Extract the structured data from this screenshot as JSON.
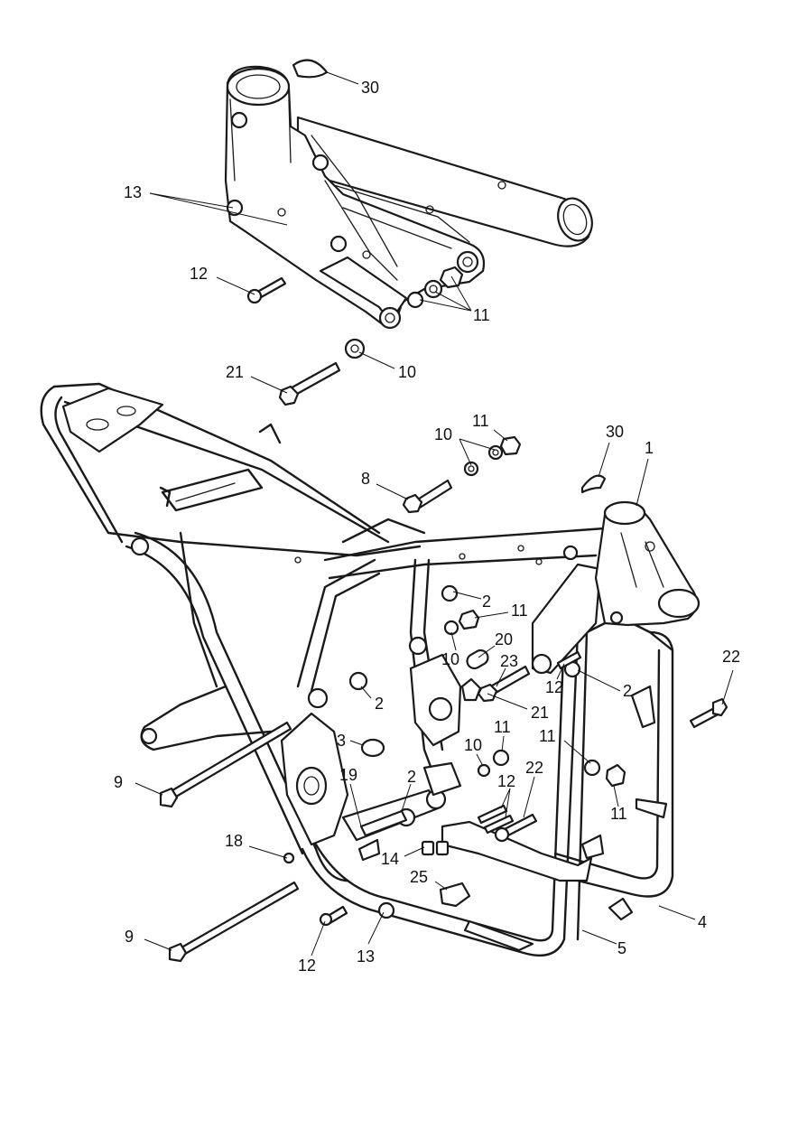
{
  "callouts": {
    "c30a": "30",
    "c13a": "13",
    "c12a": "12",
    "c11a": "11",
    "c10a": "10",
    "c21a": "21",
    "c10b": "10",
    "c11b": "11",
    "c30b": "30",
    "c1": "1",
    "c8": "8",
    "c2a": "2",
    "c11c": "11",
    "c20": "20",
    "c10c": "10",
    "c23": "23",
    "c12b": "12",
    "c2b": "2",
    "c22a": "22",
    "c2c": "2",
    "c21b": "21",
    "c3": "3",
    "c11d": "11",
    "c11e": "11",
    "c10d": "10",
    "c9a": "9",
    "c19": "19",
    "c2d": "2",
    "c12c": "12",
    "c22b": "22",
    "c11f": "11",
    "c18": "18",
    "c14": "14",
    "c25": "25",
    "c4": "4",
    "c9b": "9",
    "c12d": "12",
    "c13b": "13",
    "c5": "5"
  }
}
